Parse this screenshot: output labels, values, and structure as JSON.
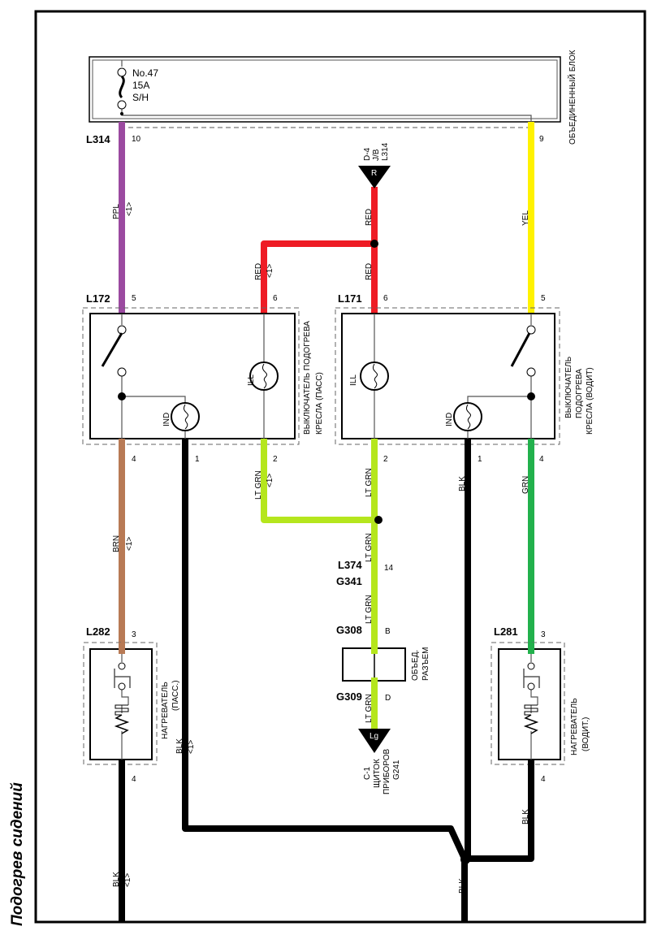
{
  "title": "Подогрев сидений",
  "colors": {
    "ppl": "#9b4aa0",
    "red": "#ee1c25",
    "yel": "#fff200",
    "brn": "#b87a55",
    "blk": "#000000",
    "ltgrn": "#b5e61d",
    "grn": "#22b14c"
  },
  "junction_block": {
    "name": "ОБЪЕДИНЕННЫЙ БЛОК",
    "fuse_number": "No.47",
    "fuse_rating": "15A",
    "fuse_type": "S/H"
  },
  "connectors": {
    "l314": "L314",
    "l172": "L172",
    "l171": "L171",
    "l374": "L374",
    "g341": "G341",
    "g308": "G308",
    "g309": "G309",
    "l282": "L282",
    "l281": "L281"
  },
  "pins": {
    "l314_10": "10",
    "jb_9": "9",
    "l172_5": "5",
    "l172_6": "6",
    "l172_4": "4",
    "l172_1": "1",
    "l172_2": "2",
    "l171_6": "6",
    "l171_5": "5",
    "l171_2": "2",
    "l171_1": "1",
    "l171_4": "4",
    "l374_14": "14",
    "g308_b": "B",
    "g309_d": "D",
    "l282_3": "3",
    "l282_4": "4",
    "l281_3": "3",
    "l281_4": "4"
  },
  "wires": {
    "ppl": "PPL",
    "red": "RED",
    "yel": "YEL",
    "brn": "BRN",
    "blk": "BLK",
    "ltgrn": "LT GRN",
    "grn": "GRN",
    "option_mark": "<1>"
  },
  "ref_r": {
    "letter": "R",
    "line1": "D-4",
    "line2": "J/B",
    "line3": "L314"
  },
  "ref_lg": {
    "letter": "Lg",
    "line1": "C-1",
    "line2": "ЩИТОК",
    "line3": "ПРИБОРОВ",
    "line4": "G241"
  },
  "switch_pass": {
    "line1": "ВЫКЛЮЧАТЕЛЬ  ПОДОГРЕВА",
    "line2": "КРЕСЛА (ПАСС)",
    "ill": "ILL",
    "ind": "IND"
  },
  "switch_drv": {
    "line1": "ВЫКЛЮЧАТЕЛЬ",
    "line2": "ПОДОГРЕВА",
    "line3": "КРЕСЛА (ВОДИТ)",
    "ill": "ILL",
    "ind": "IND"
  },
  "joint_connector": {
    "line1": "ОБЪЕД.",
    "line2": "РАЗЪЕМ"
  },
  "heater_pass": {
    "line1": "НАГРЕВАТЕЛЬ",
    "line2": "(ПАСС.)"
  },
  "heater_drv": {
    "line1": "НАГРЕВАТЕЛЬ",
    "line2": "(ВОДИТ.)"
  }
}
